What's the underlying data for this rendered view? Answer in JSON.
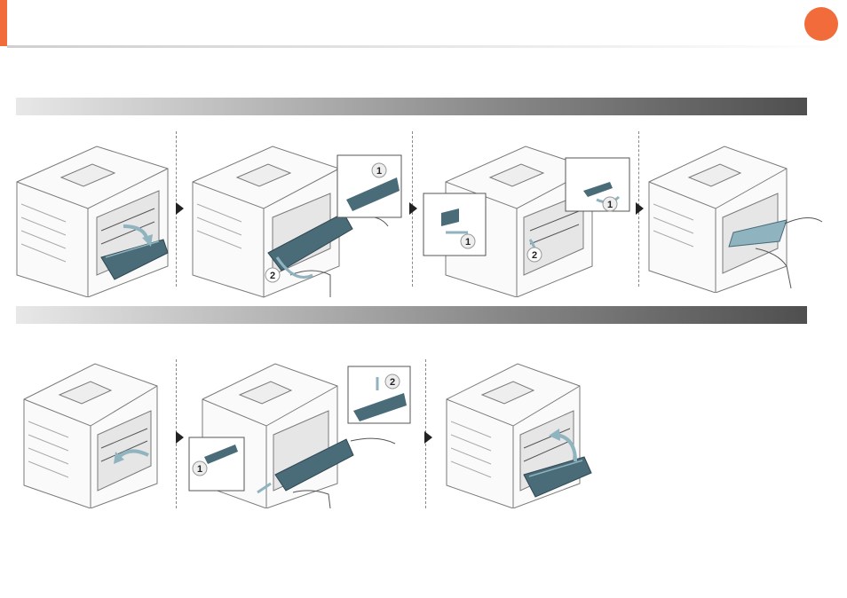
{
  "colors": {
    "accent": "#f26b3a",
    "teal_part": "#4a6b78",
    "teal_light": "#8fb3bf",
    "printer_line": "#7a7a7a"
  },
  "callouts": {
    "row1_step2_inset": "1",
    "row1_step2_hand": "2",
    "row1_step3_left_inset": "1",
    "row1_step3_right_inset": "1",
    "row1_step3_hand": "2",
    "row2_step2_left_inset": "1",
    "row2_step2_right_inset": "2"
  },
  "icons": {
    "step_arrow": "triangle-right-icon",
    "page_indicator": "orange-circle-icon"
  }
}
